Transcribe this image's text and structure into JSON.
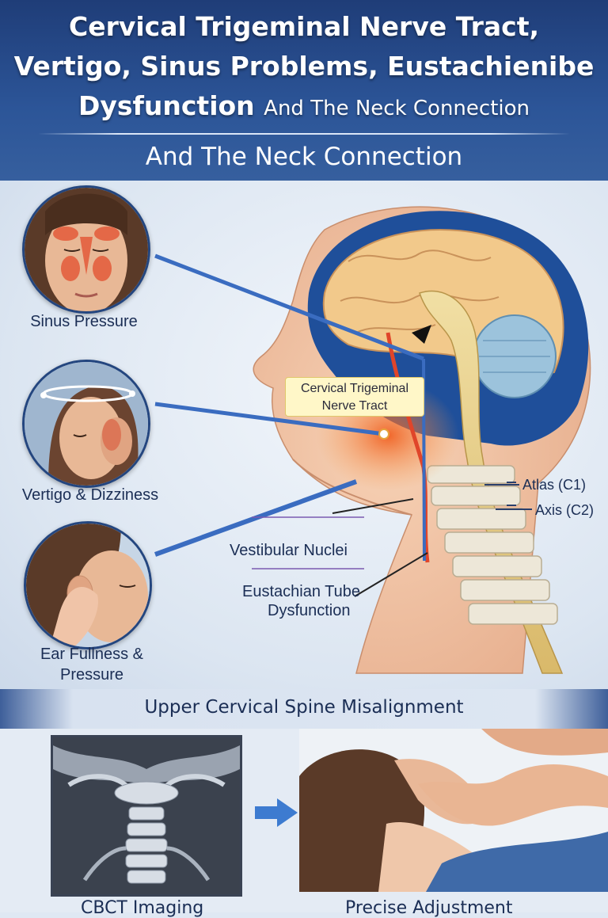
{
  "header": {
    "title_line1": "Cervical Trigeminal Nerve Tract,",
    "title_line2": "Vertigo, Sinus Problems, Eustachienibe",
    "title_line3_main": "Dysfunction",
    "title_line3_small": "And The Neck Connection",
    "subtitle": "And The Neck Connection"
  },
  "symptoms": [
    {
      "label": "Sinus Pressure"
    },
    {
      "label": "Vertigo & Dizziness"
    },
    {
      "label_line1": "Ear Fullness &",
      "label_line2": "Pressure"
    }
  ],
  "anatomy": {
    "tract_line1": "Cervical Trigeminal",
    "tract_line2": "Nerve Tract",
    "atlas": "Atlas (C1)",
    "axis": "Axis (C2)",
    "vestibular": "Vestibular Nuclei",
    "eustachian_line1": "Eustachian Tube",
    "eustachian_line2": "Dysfunction"
  },
  "band": {
    "title": "Upper Cervical Spine Misalignment"
  },
  "bottom": {
    "left_label": "CBCT Imaging",
    "right_label": "Precise Adjustment"
  },
  "colors": {
    "header": "#2c5598",
    "text": "#1b2e55",
    "pointer": "#3a6cc0",
    "nerve": "#e07a2e"
  }
}
